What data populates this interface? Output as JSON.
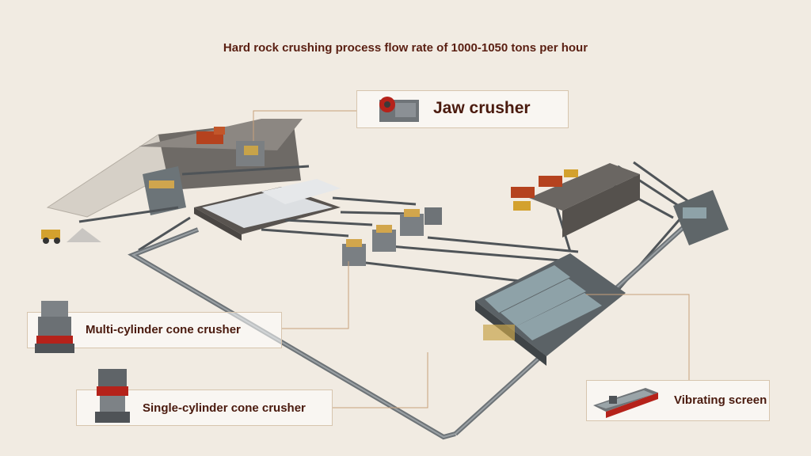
{
  "title": "Hard rock crushing process flow rate of 1000-1050 tons per hour",
  "labels": {
    "jaw_crusher": "Jaw crusher",
    "multi_cone": "Multi-cylinder cone crusher",
    "single_cone": "Single-cylinder cone crusher",
    "vibrating_screen": "Vibrating screen"
  },
  "colors": {
    "background": "#f1ebe2",
    "title": "#5a1f12",
    "label": "#4a1a0e",
    "leader_line": "#c8a07a",
    "steel": "#5f6a70",
    "accent_red": "#b5221a"
  }
}
